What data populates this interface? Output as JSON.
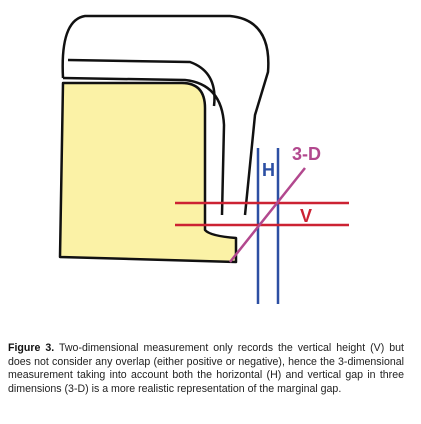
{
  "diagram": {
    "labels": {
      "horizontal": "H",
      "vertical": "V",
      "three_d": "3-D"
    },
    "colors": {
      "die_fill": "#fbf2a6",
      "outline": "#111111",
      "horizontal_lines": "#2c4fa3",
      "vertical_lines": "#cc2233",
      "diagonal_line": "#b2488e"
    }
  },
  "caption": {
    "figure_label": "Figure 3.",
    "text": "Two-dimensional measurement only records the vertical height (V) but does not consider any overlap (either positive or negative), hence the 3-dimensional measurement taking into account both the horizontal (H) and vertical gap in three dimensions (3-D) is a more realistic representation of the marginal gap."
  }
}
